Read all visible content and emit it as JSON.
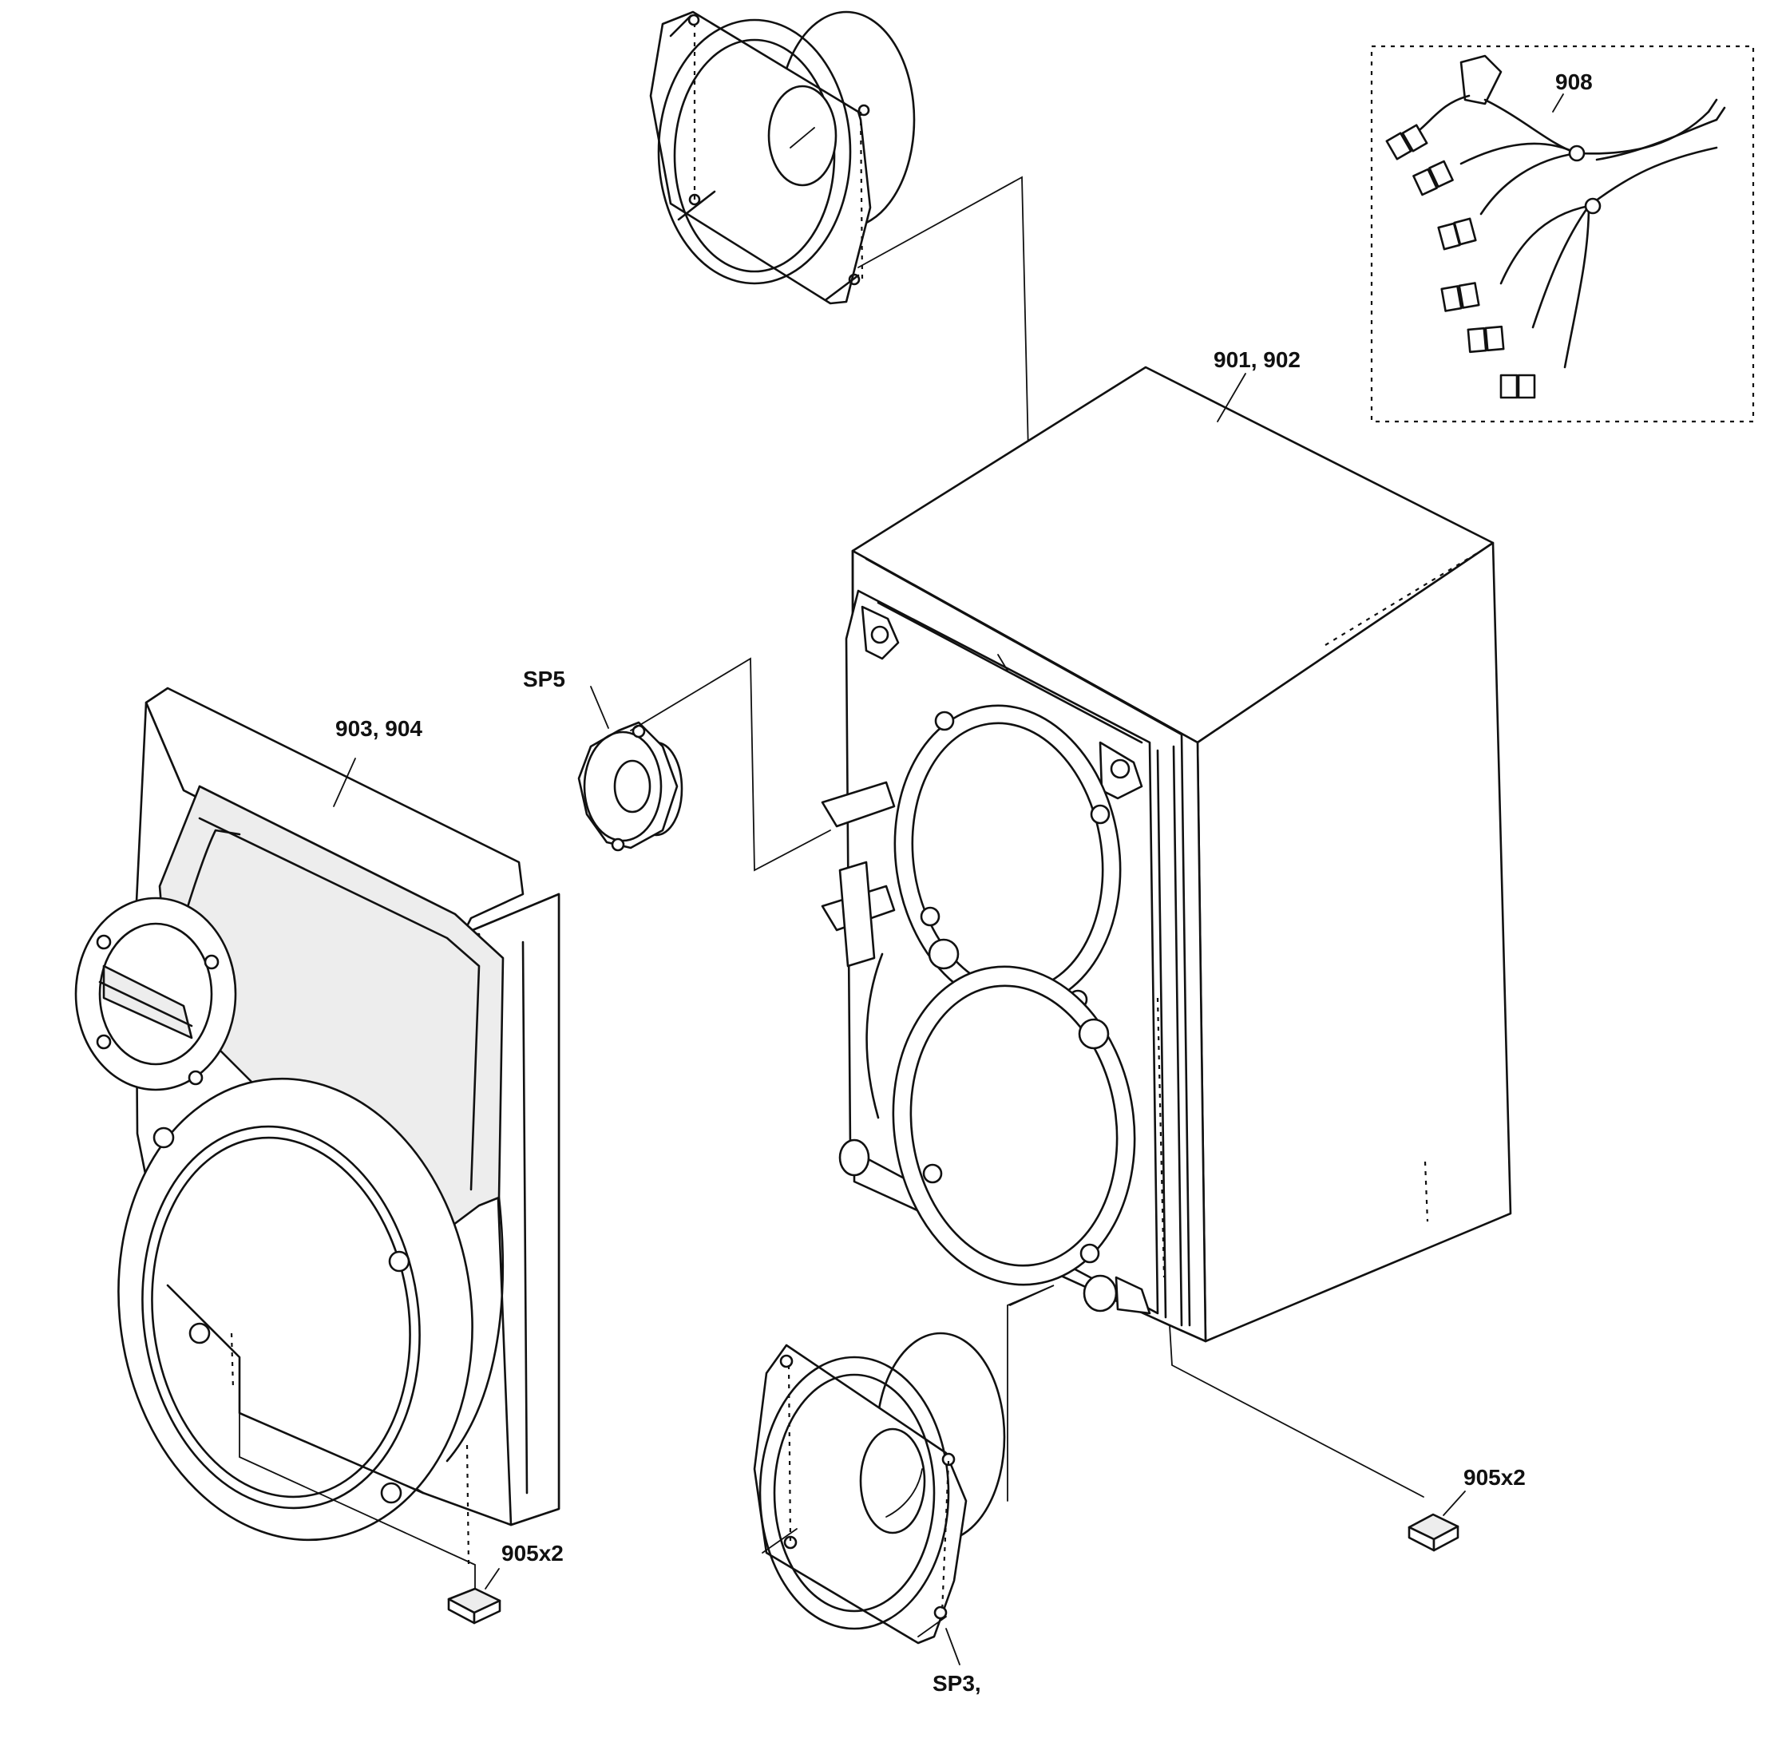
{
  "labels": {
    "harness": "908",
    "cabinet": "901, 902",
    "front_grille": "903, 904",
    "tweeter": "SP5",
    "feet_left": "905x2",
    "feet_right": "905x2",
    "woofer_bottom": "SP3,"
  },
  "colors": {
    "ink": "#111111",
    "paper": "#ffffff"
  }
}
